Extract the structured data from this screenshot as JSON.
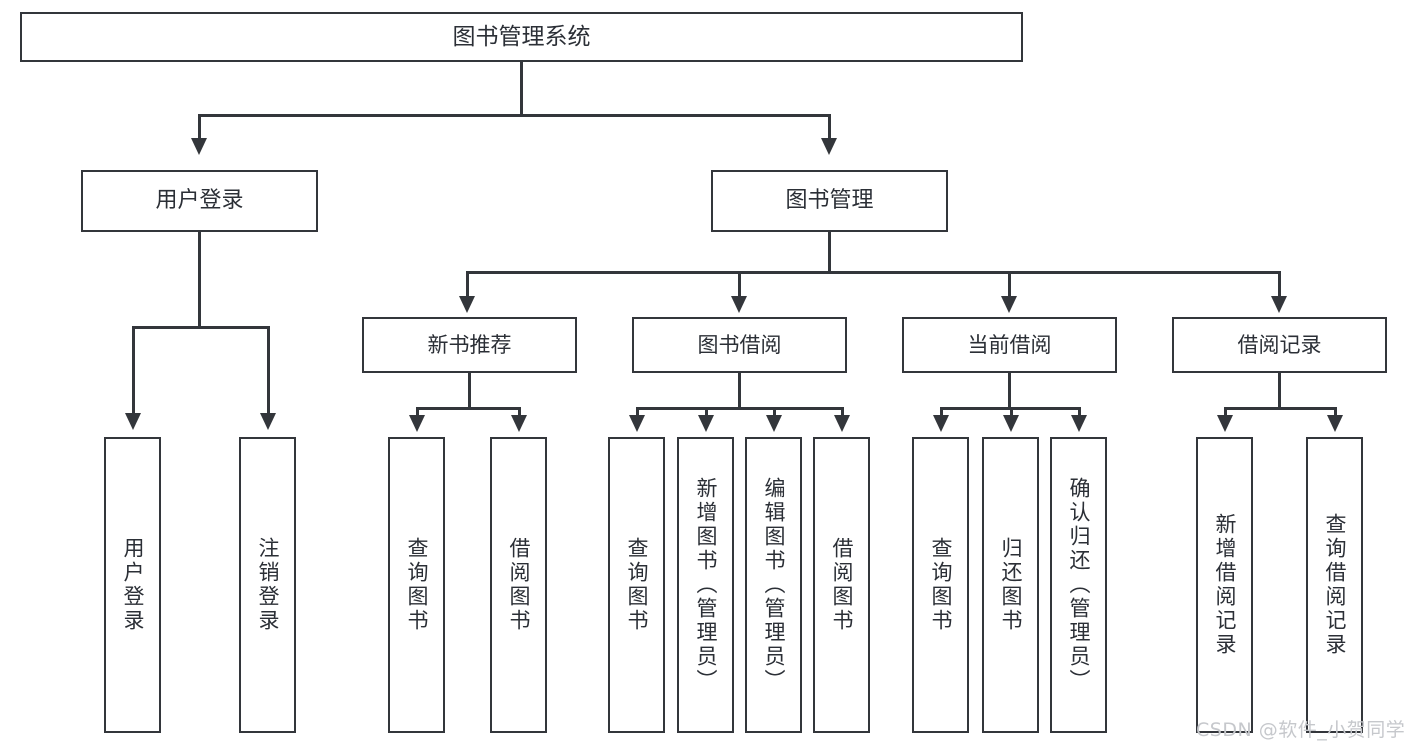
{
  "diagram": {
    "title": "图书管理系统",
    "watermark": "CSDN @软件_小贺同学",
    "line_color": "#33363b",
    "box_fill": "#ffffff",
    "text_color": "#2b2f36",
    "watermark_color": "#c6c8cc"
  },
  "nodes": {
    "root": {
      "label": "图书管理系统"
    },
    "level1": [
      {
        "label": "用户登录"
      },
      {
        "label": "图书管理"
      }
    ],
    "level2": [
      {
        "label": "新书推荐"
      },
      {
        "label": "图书借阅"
      },
      {
        "label": "当前借阅"
      },
      {
        "label": "借阅记录"
      }
    ],
    "leaves": [
      {
        "label": "用户登录",
        "parent": "用户登录"
      },
      {
        "label": "注销登录",
        "parent": "用户登录"
      },
      {
        "label": "查询图书",
        "parent": "新书推荐"
      },
      {
        "label": "借阅图书",
        "parent": "新书推荐"
      },
      {
        "label": "查询图书",
        "parent": "图书借阅"
      },
      {
        "label": "新增图书（管理员）",
        "parent": "图书借阅"
      },
      {
        "label": "编辑图书（管理员）",
        "parent": "图书借阅"
      },
      {
        "label": "借阅图书",
        "parent": "图书借阅"
      },
      {
        "label": "查询图书",
        "parent": "当前借阅"
      },
      {
        "label": "归还图书",
        "parent": "当前借阅"
      },
      {
        "label": "确认归还（管理员）",
        "parent": "当前借阅"
      },
      {
        "label": "新增借阅记录",
        "parent": "借阅记录"
      },
      {
        "label": "查询借阅记录",
        "parent": "借阅记录"
      }
    ]
  }
}
